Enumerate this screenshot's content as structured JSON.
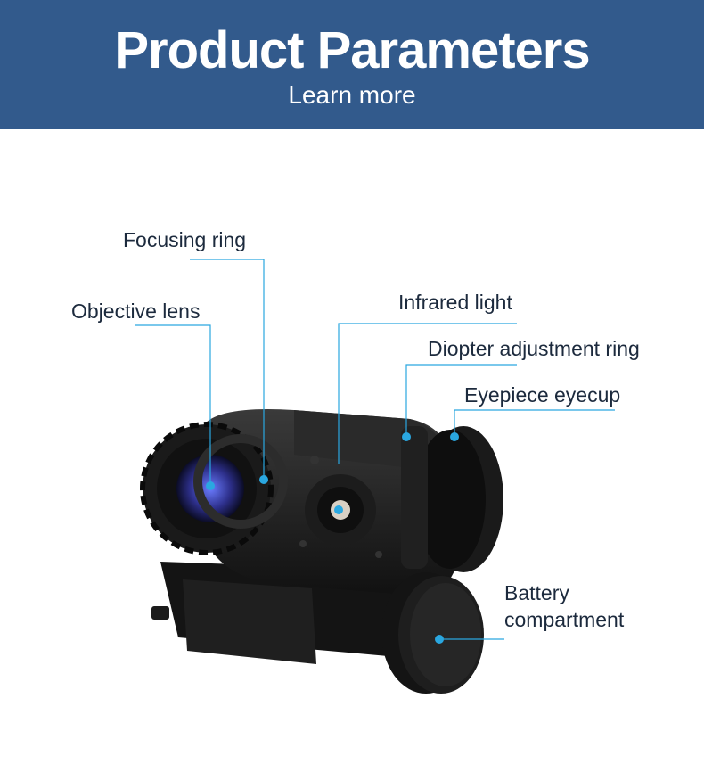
{
  "banner": {
    "title": "Product Parameters",
    "subtitle": "Learn more",
    "background_color": "#325a8c"
  },
  "callouts": {
    "focusing_ring": "Focusing ring",
    "objective_lens": "Objective lens",
    "infrared_light": "Infrared light",
    "diopter_ring": "Diopter adjustment ring",
    "eyepiece_eyecup": "Eyepiece eyecup",
    "battery_line1": "Battery",
    "battery_line2": "compartment"
  },
  "colors": {
    "leader_line": "#2aa7e0",
    "dot": "#2aa7e0",
    "label_text": "#1c2a3d"
  }
}
